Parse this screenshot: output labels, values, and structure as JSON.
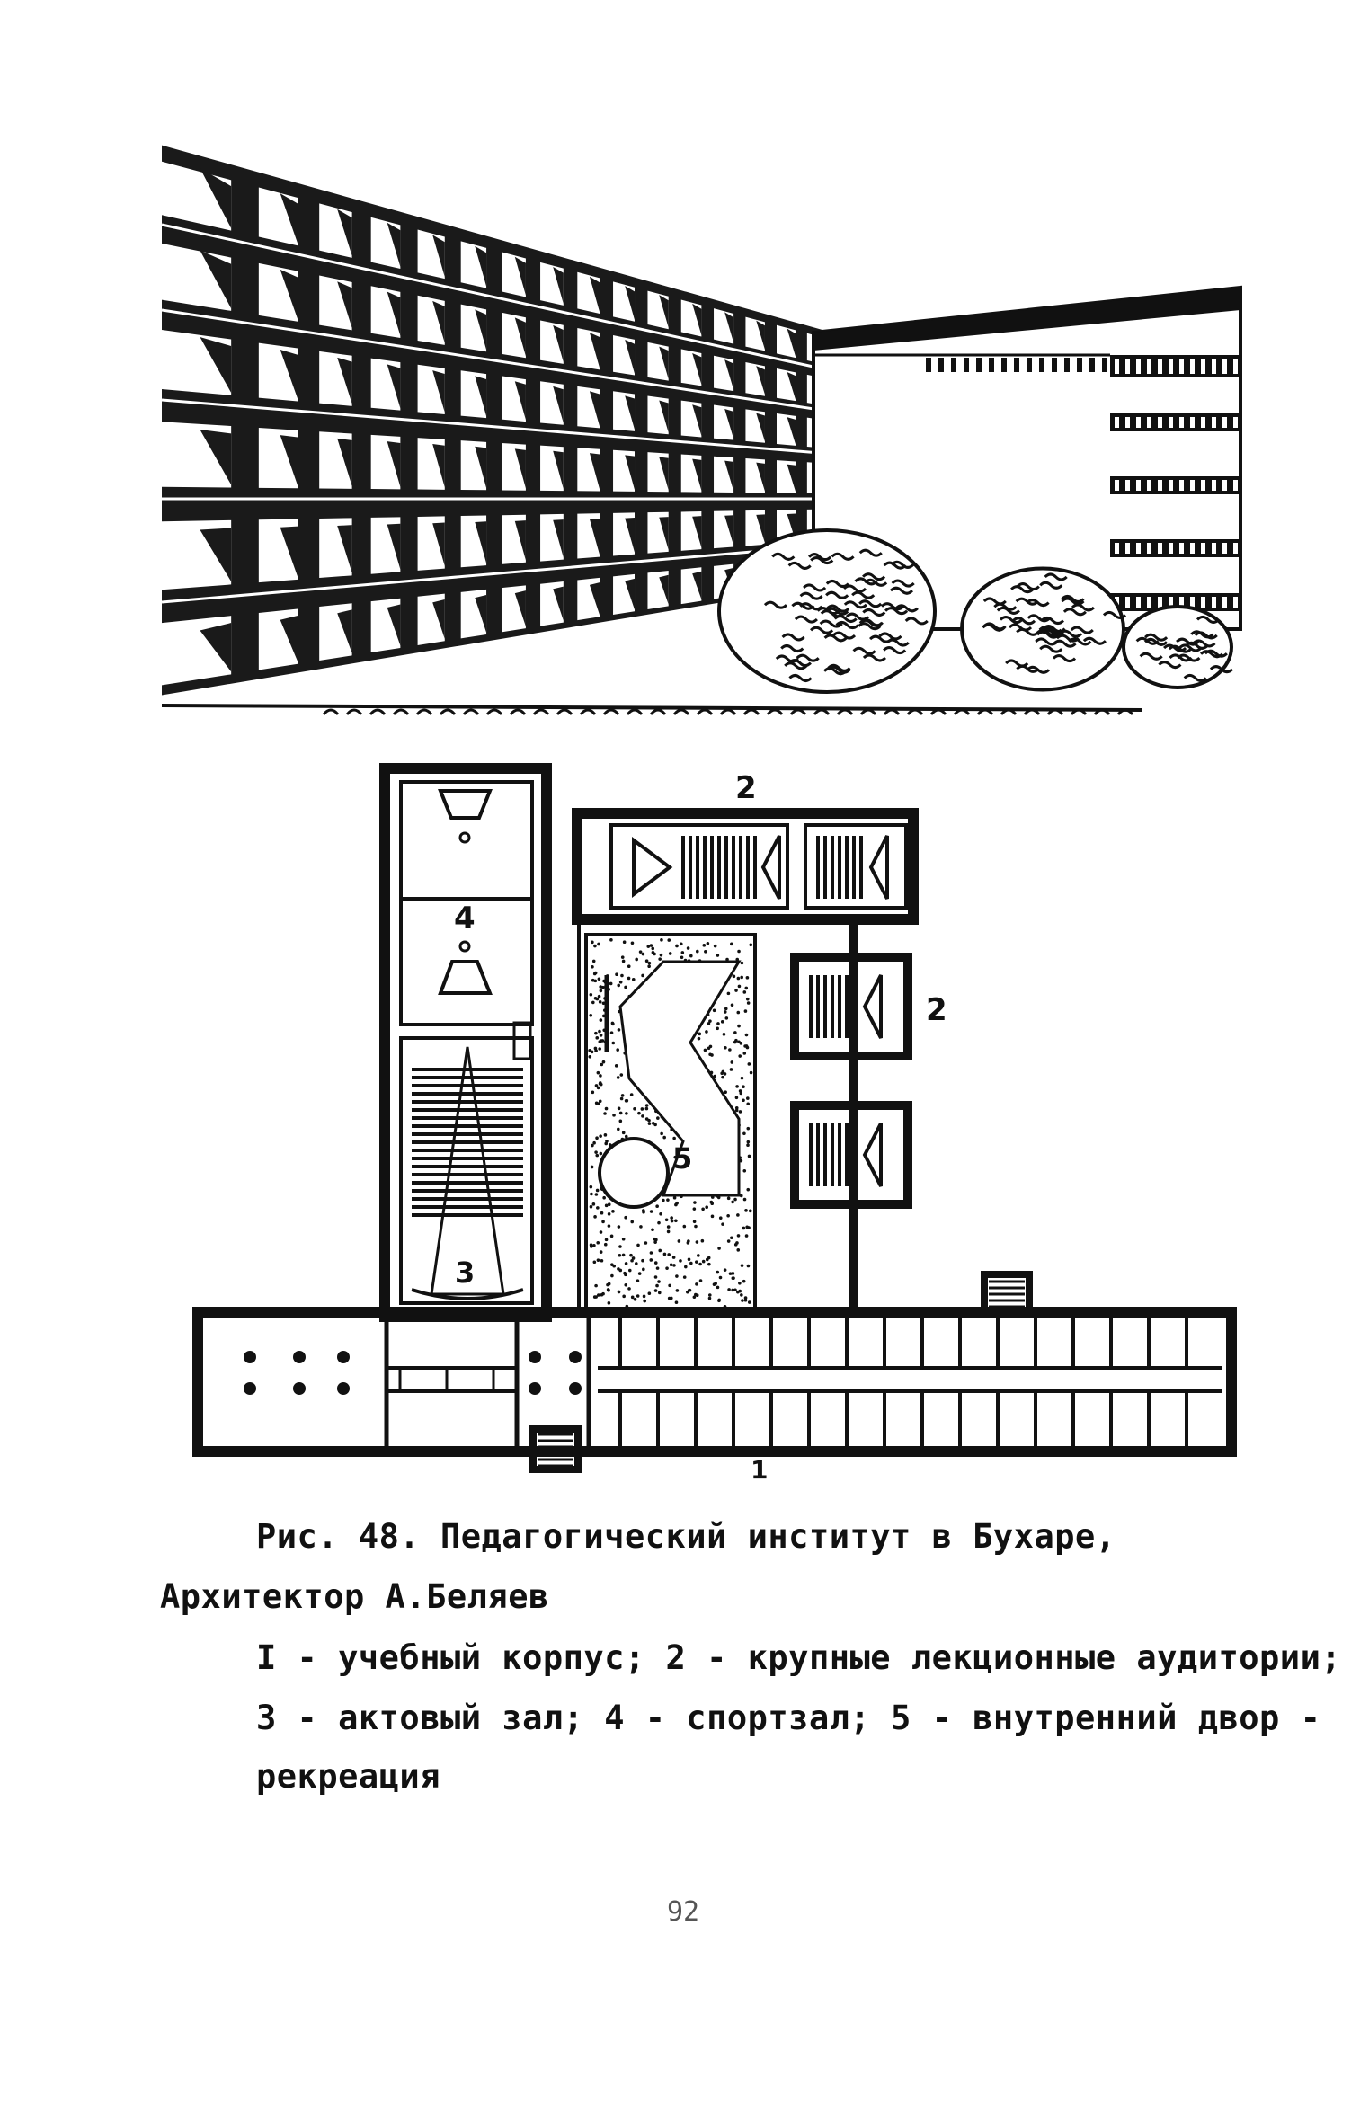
{
  "plan_labels": {
    "label_1": "1",
    "label_2_top": "2",
    "label_2_side": "2",
    "label_3": "3",
    "label_4": "4",
    "label_5": "5"
  },
  "caption": {
    "line1": "Рис. 48. Педагогический институт в Бухаре,",
    "line2": "Архитектор А.Беляев",
    "line3": "I - учебный корпус; 2 - крупные лекционные аудитории;",
    "line4": "3 - актовый зал; 4 - спортзал; 5 - внутренний  двор -",
    "line5": "рекреация"
  },
  "page_number": "92"
}
